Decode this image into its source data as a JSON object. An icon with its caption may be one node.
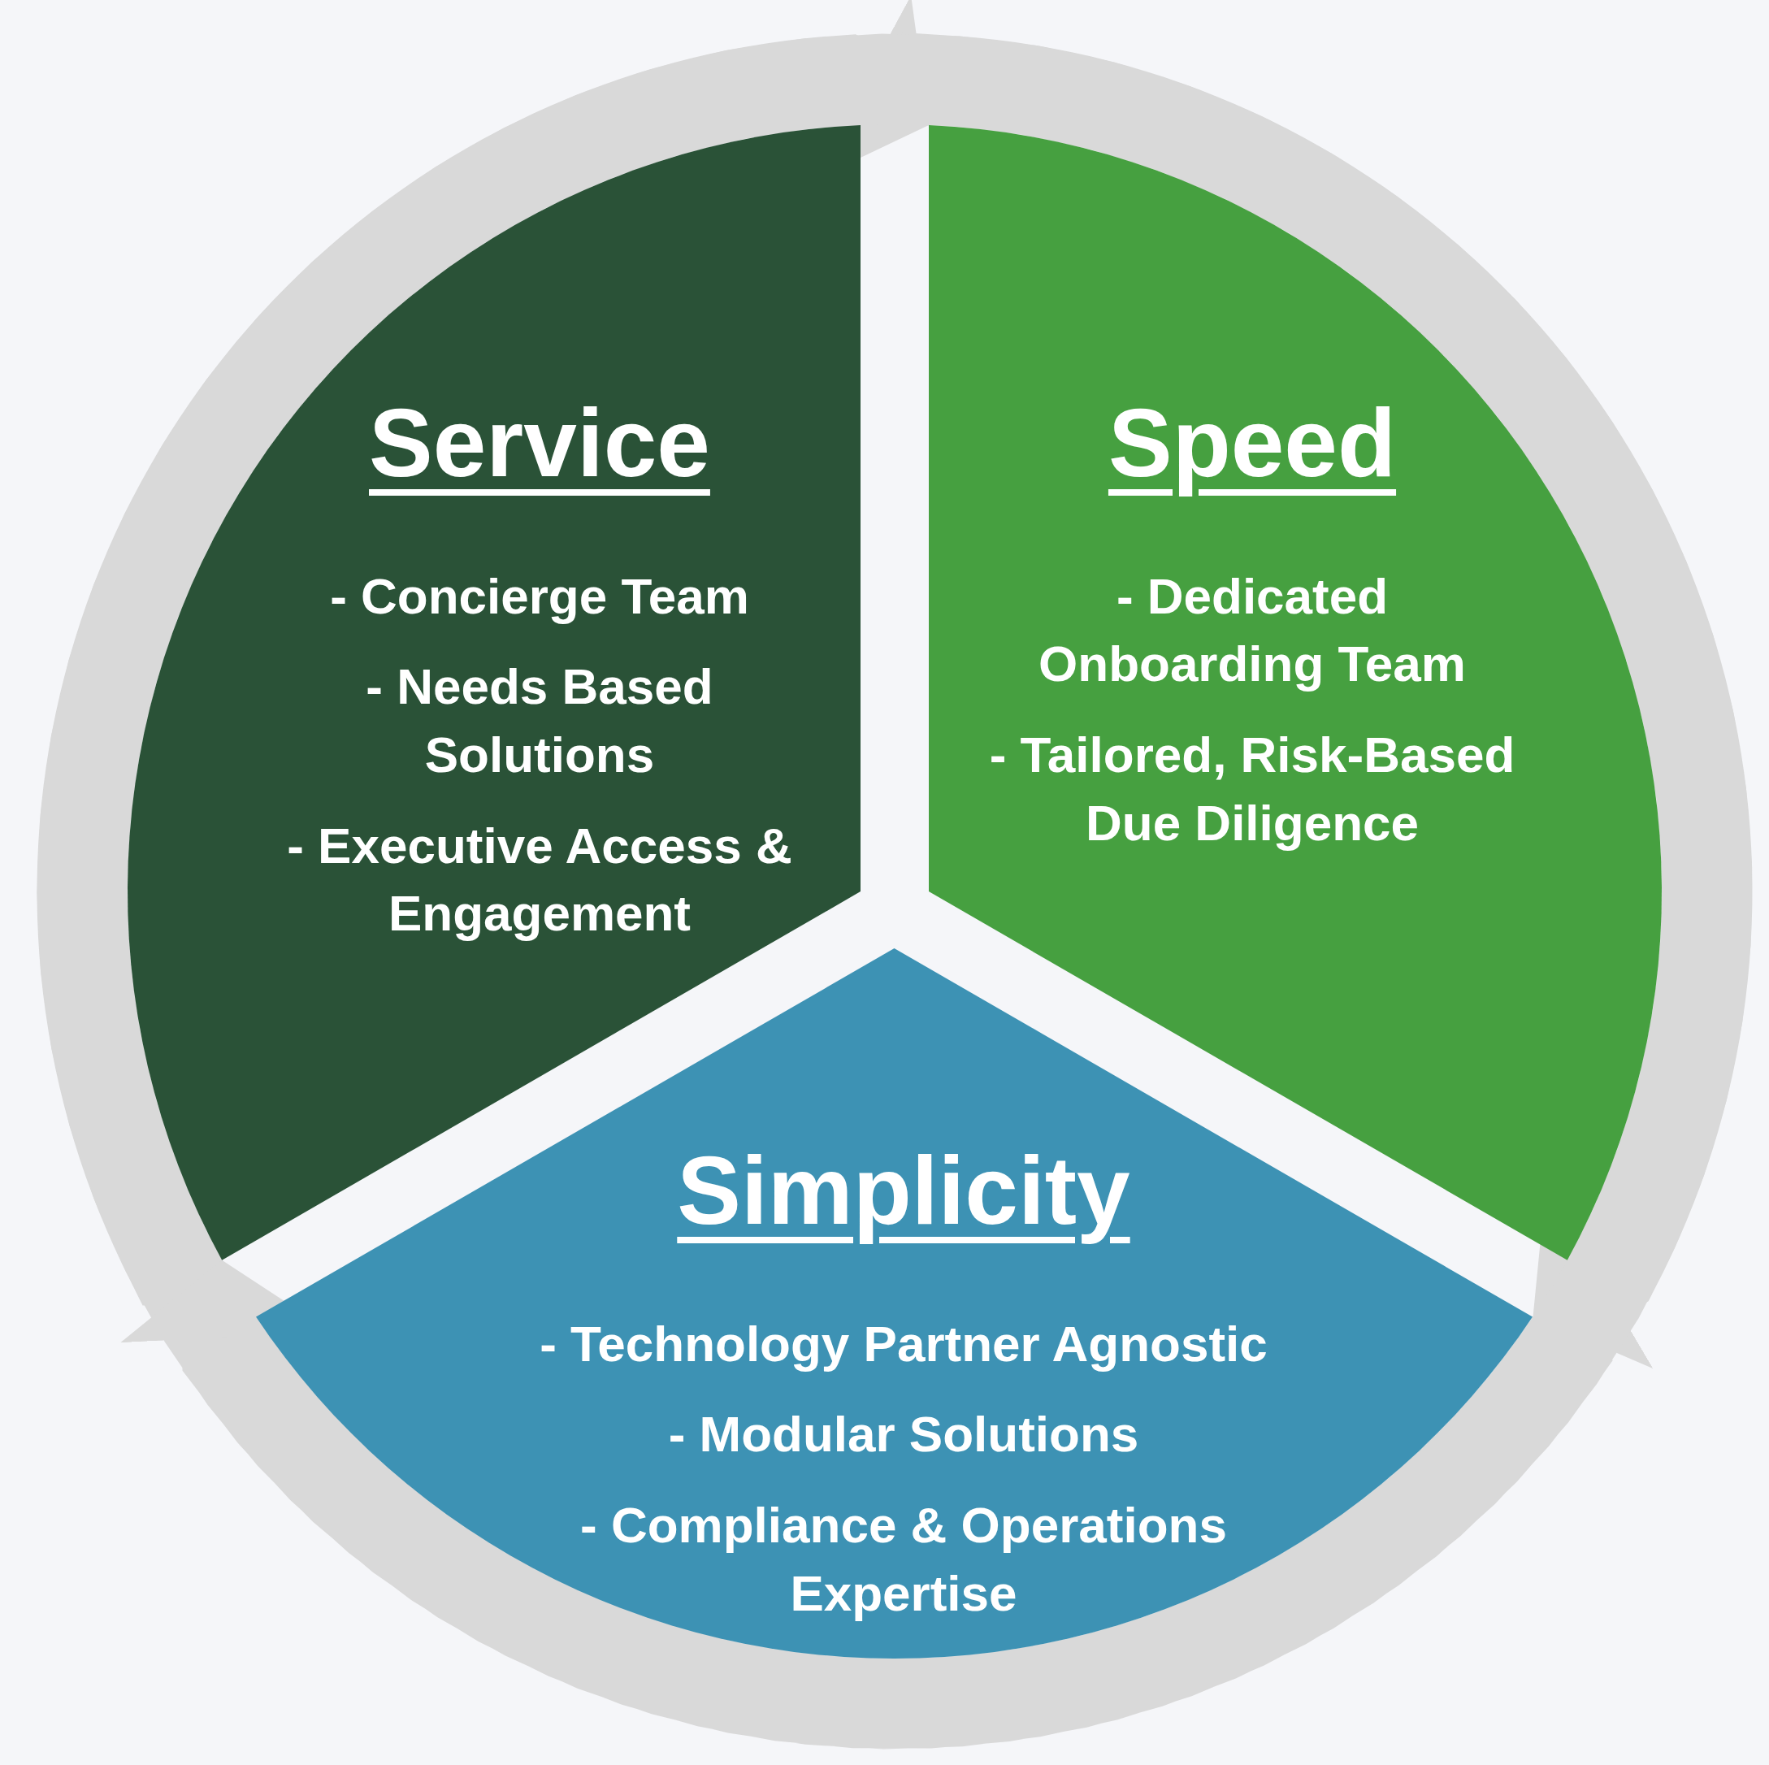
{
  "diagram": {
    "nodes": [
      {
        "text": [
          "Service",
          "- Concierge Team",
          "- Needs Based Solutions",
          "- Executive Access & Engagement"
        ]
      },
      {
        "text": [
          "Speed",
          "- Dedicated Onboarding Team",
          "- Tailored, Risk-Based Due Diligence"
        ]
      },
      {
        "text": [
          "Simplicity",
          "- Technology Partner Agnostic",
          "- Modular Solutions",
          "- Compliance & Operations Expertise"
        ]
      }
    ],
    "edges": [
      {
        "from": 0,
        "to": 1,
        "arrow": "to"
      },
      {
        "from": 1,
        "to": 2,
        "arrow": "to"
      },
      {
        "from": 2,
        "to": 0,
        "arrow": "to"
      }
    ]
  }
}
